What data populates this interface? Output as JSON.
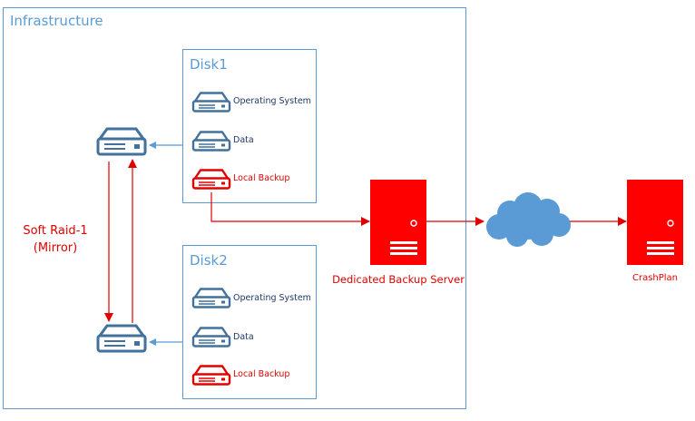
{
  "infrastructure": {
    "title": "Infrastructure"
  },
  "disk1": {
    "title": "Disk1",
    "items": [
      {
        "label": "Operating System",
        "icon": "drive-icon",
        "color": "#41719c"
      },
      {
        "label": "Data",
        "icon": "drive-icon",
        "color": "#41719c"
      },
      {
        "label": "Local Backup",
        "icon": "drive-icon",
        "color": "#e00000"
      }
    ]
  },
  "disk2": {
    "title": "Disk2",
    "items": [
      {
        "label": "Operating System",
        "icon": "drive-icon",
        "color": "#41719c"
      },
      {
        "label": "Data",
        "icon": "drive-icon",
        "color": "#41719c"
      },
      {
        "label": "Local Backup",
        "icon": "drive-icon",
        "color": "#e00000"
      }
    ]
  },
  "raid": {
    "line1": "Soft Raid-1",
    "line2": "(Mirror)"
  },
  "backup_server": {
    "label": "Dedicated Backup Server",
    "icon": "server-tower-icon"
  },
  "cloud": {
    "icon": "cloud-icon"
  },
  "crashplan": {
    "label": "CrashPlan",
    "icon": "server-tower-icon"
  },
  "colors": {
    "accent": "#5b9bd5",
    "drive": "#41719c",
    "red": "#e00000",
    "cloud": "#5b9bd5"
  }
}
